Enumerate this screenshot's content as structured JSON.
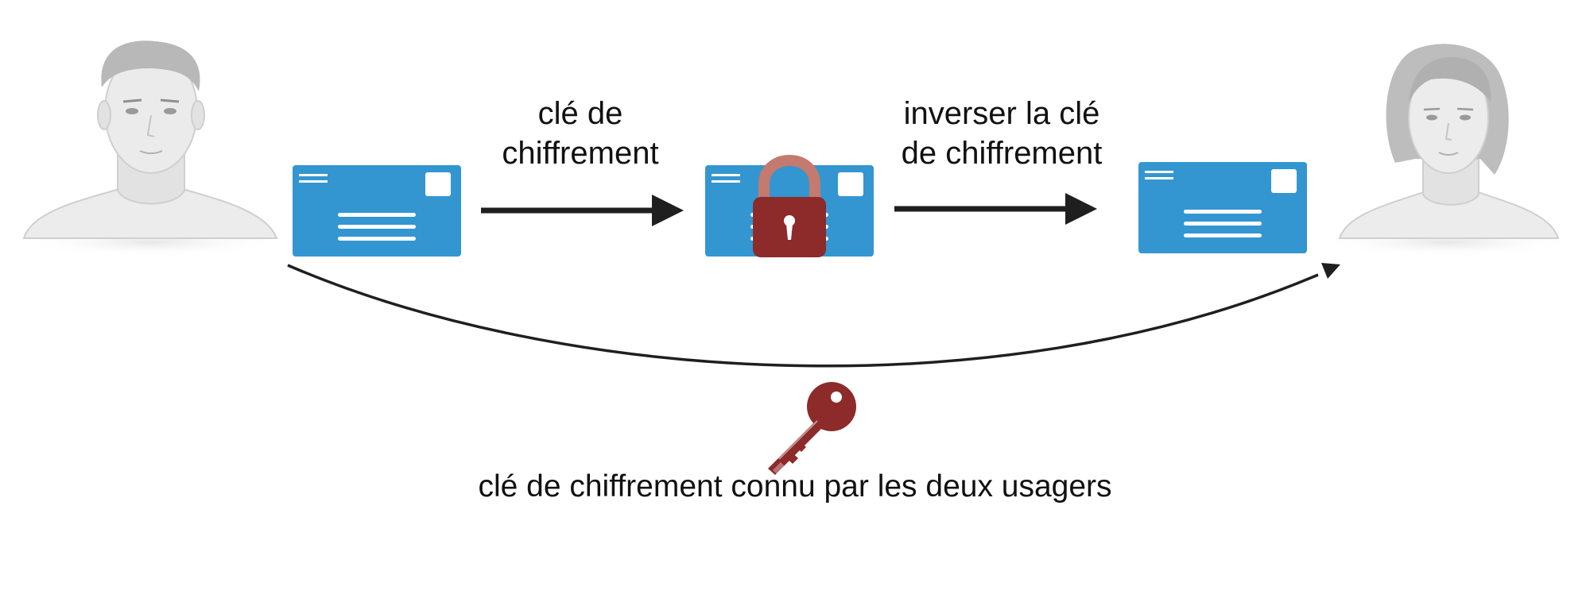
{
  "diagram": {
    "step1_label_line1": "clé de",
    "step1_label_line2": "chiffrement",
    "step2_label_line1": "inverser la clé",
    "step2_label_line2": "de chiffrement",
    "shared_key_caption": "clé de chiffrement connu par les deux usagers"
  },
  "colors": {
    "envelope": "#3396d0",
    "lock_body": "#8d2a2a",
    "lock_shackle": "#c47a6e",
    "key": "#8d2a2a",
    "arrow": "#1f1f1f",
    "person_skin": "#e7e7e7",
    "person_hair": "#b8b8b8"
  },
  "icons": {
    "sender": "man-avatar-icon",
    "receiver": "woman-avatar-icon",
    "plain_message": "envelope-icon",
    "encrypted_message": "locked-envelope-icon",
    "decrypted_message": "envelope-icon",
    "shared_key": "key-icon"
  }
}
